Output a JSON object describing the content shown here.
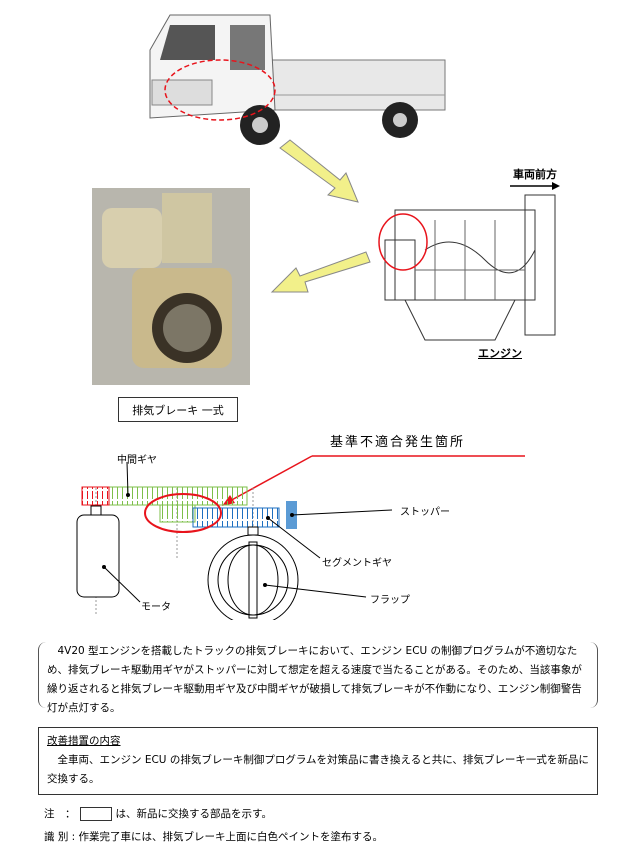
{
  "illustrations": {
    "vehicle_front_label": "車両前方",
    "engine_label": "エンジン",
    "part_label": "排気ブレーキ 一式"
  },
  "diagram": {
    "defect_location_label": "基準不適合発生箇所",
    "intermediate_gear": "中間ギヤ",
    "stopper": "ストッパー",
    "segment_gear": "セグメントギヤ",
    "flap": "フラップ",
    "motor": "モータ"
  },
  "description": {
    "text": "　4V20 型エンジンを搭載したトラックの排気ブレーキにおいて、エンジン ECU の制御プログラムが不適切なため、排気ブレーキ駆動用ギヤがストッパーに対して想定を超える速度で当たることがある。そのため、当該事象が繰り返されると排気ブレーキ駆動用ギヤ及び中間ギヤが破損して排気ブレーキが不作動になり、エンジン制御警告灯が点灯する。"
  },
  "remedy": {
    "title": "改善措置の内容",
    "text": "　全車両、エンジン ECU の排気ブレーキ制御プログラムを対策品に書き換えると共に、排気ブレーキ一式を新品に交換する。"
  },
  "notes": {
    "note_prefix": "注　：",
    "note_text": "は、新品に交換する部品を示す。",
    "id_text": "識 別 : 作業完了車には、排気ブレーキ上面に白色ペイントを塗布する。"
  },
  "colors": {
    "red": "#e8141c",
    "green": "#7dbf4a",
    "blue": "#1e6fc0",
    "yellow": "#f2f08a"
  }
}
